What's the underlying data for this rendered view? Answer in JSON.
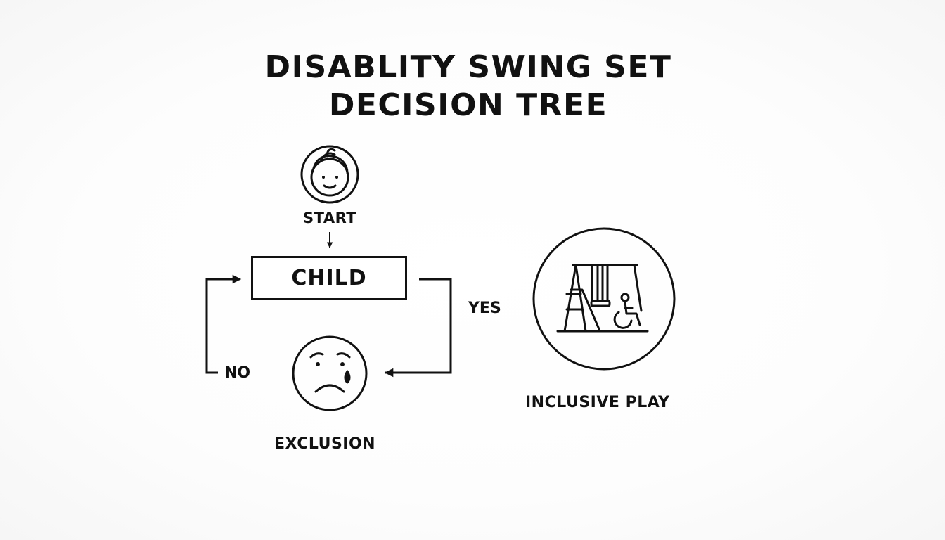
{
  "diagram": {
    "title_line1": "DISABLITY SWING SET",
    "title_line2": "DECISION TREE",
    "start_label": "START",
    "decision_node_label": "CHILD",
    "yes_label": "YES",
    "no_label": "NO",
    "exclusion_label": "EXCLUSION",
    "inclusive_label": "INCLUSIVE PLAY",
    "icons": {
      "start": "child-face-icon",
      "exclusion": "crying-face-icon",
      "inclusive": "accessible-swing-set-icon"
    },
    "colors": {
      "ink": "#111111",
      "background": "#fdfdfd"
    }
  }
}
